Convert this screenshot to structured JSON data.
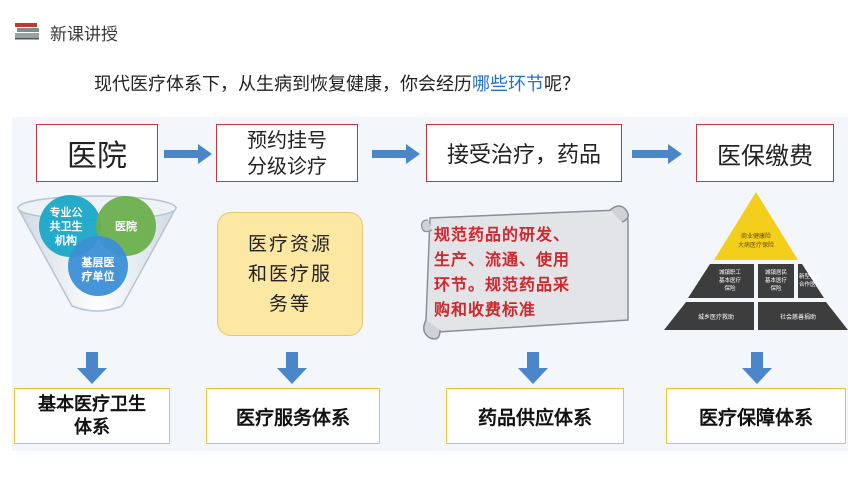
{
  "header": {
    "title": "新课讲授",
    "icon": "books-icon"
  },
  "question": {
    "prefix": "现代医疗体系下，从生病到恢复健康，你会经历",
    "highlight": "哪些环节",
    "suffix": "呢？",
    "highlight_color": "#1f6fd1"
  },
  "steps": [
    {
      "lines": [
        "医院"
      ]
    },
    {
      "lines": [
        "预约挂号",
        "分级诊疗"
      ]
    },
    {
      "lines": [
        "接受治疗，药品"
      ]
    },
    {
      "lines": [
        "医保缴费"
      ]
    }
  ],
  "funnel": {
    "circle_public": [
      "专业公",
      "共卫生",
      "机构"
    ],
    "circle_hospital": "医院",
    "circle_base": [
      "基层医",
      "疗单位"
    ],
    "colors": {
      "public": "#1aa6c8",
      "hospital": "#6ab04c",
      "base": "#3b8fd6"
    }
  },
  "service_box": {
    "lines": [
      "医疗资源",
      "和医疗服",
      "务等"
    ]
  },
  "scroll": {
    "lines": [
      "规范药品的研发、",
      "生产、流通、使用",
      "环节。规范药品采",
      "购和收费标准"
    ],
    "text_color": "#d1262b"
  },
  "pyramid": {
    "top": [
      "商业健康险",
      "大病医疗保险"
    ],
    "middle": [
      [
        "城镇职工",
        "基本医疗",
        "保险"
      ],
      [
        "城镇居民",
        "基本医疗",
        "保险"
      ],
      [
        "新型农村",
        "合作医疗"
      ]
    ],
    "bottom": [
      "城乡医疗救助",
      "社会慈善捐助"
    ],
    "top_color": "#f3cf1b"
  },
  "systems": [
    {
      "lines": [
        "基本医疗卫生",
        "体系"
      ]
    },
    {
      "lines": [
        "医疗服务体系"
      ]
    },
    {
      "lines": [
        "药品供应体系"
      ]
    },
    {
      "lines": [
        "医疗保障体系"
      ]
    }
  ],
  "colors": {
    "arrow": "#4a86c8",
    "red_border": "#c7343a",
    "yellow_border": "#f2c230"
  }
}
